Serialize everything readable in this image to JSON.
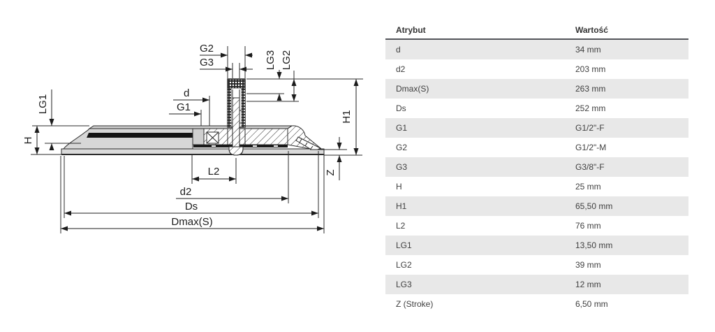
{
  "colors": {
    "row_stripe": "#e8e8e8",
    "header_border": "#54565b",
    "line": "#2b2b2b",
    "body_gray": "#d7d7d7"
  },
  "diagram": {
    "labels": {
      "g2": "G2",
      "g3": "G3",
      "d": "d",
      "g1": "G1",
      "lg1": "LG1",
      "h": "H",
      "h1": "H1",
      "lg3": "LG3",
      "lg2": "LG2",
      "l2": "L2",
      "d2": "d2",
      "ds": "Ds",
      "dmax": "Dmax(S)",
      "z": "Z"
    }
  },
  "table": {
    "headers": {
      "attribute": "Atrybut",
      "value": "Wartość"
    },
    "rows": [
      {
        "attribute": "d",
        "value": "34 mm"
      },
      {
        "attribute": "d2",
        "value": "203 mm"
      },
      {
        "attribute": "Dmax(S)",
        "value": "263 mm"
      },
      {
        "attribute": "Ds",
        "value": "252 mm"
      },
      {
        "attribute": "G1",
        "value": "G1/2\"-F"
      },
      {
        "attribute": "G2",
        "value": "G1/2\"-M"
      },
      {
        "attribute": "G3",
        "value": "G3/8\"-F"
      },
      {
        "attribute": "H",
        "value": "25 mm"
      },
      {
        "attribute": "H1",
        "value": "65,50 mm"
      },
      {
        "attribute": "L2",
        "value": "76 mm"
      },
      {
        "attribute": "LG1",
        "value": "13,50 mm"
      },
      {
        "attribute": "LG2",
        "value": "39 mm"
      },
      {
        "attribute": "LG3",
        "value": "12 mm"
      },
      {
        "attribute": "Z (Stroke)",
        "value": "6,50 mm"
      }
    ]
  }
}
